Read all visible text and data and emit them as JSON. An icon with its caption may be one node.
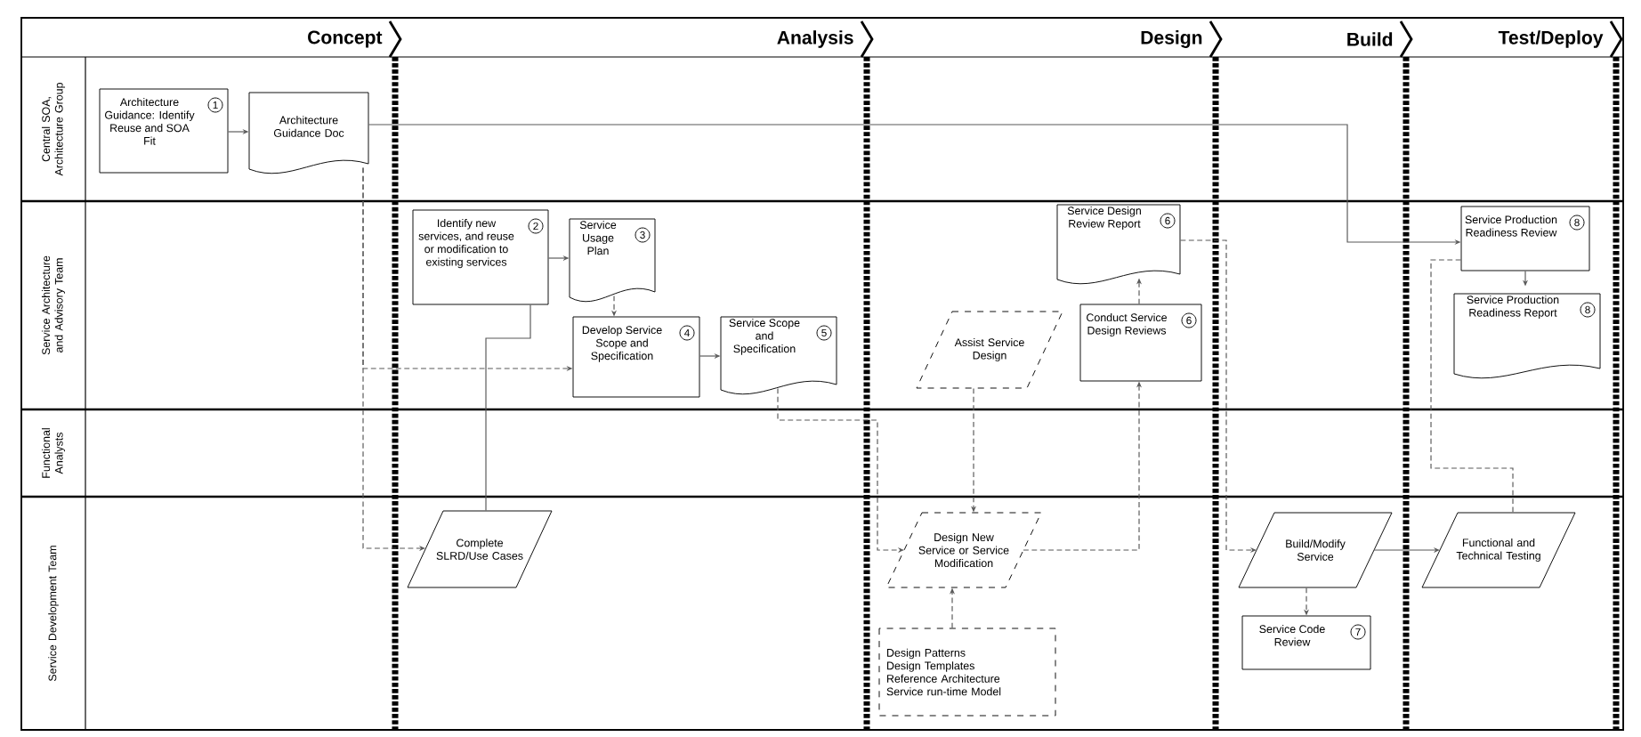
{
  "diagram": {
    "nodes": [
      {
        "text": [
          "Architecture Guidance: Identify Reuse and SOA Fit",
          "1"
        ]
      },
      {
        "text": [
          "Architecture Guidance Doc"
        ]
      },
      {
        "text": [
          "Identify new services, and reuse or modification to existing services",
          "2"
        ]
      },
      {
        "text": [
          "Service Usage Plan",
          "3"
        ]
      },
      {
        "text": [
          "Develop Service Scope and Specification",
          "4"
        ]
      },
      {
        "text": [
          "Service Scope and Specification",
          "5"
        ]
      },
      {
        "text": [
          "Service Design Review Report",
          "6"
        ]
      },
      {
        "text": [
          "Assist Service Design"
        ]
      },
      {
        "text": [
          "Conduct Service Design Reviews",
          "6"
        ]
      },
      {
        "text": [
          "Service Production Readiness Review",
          "8"
        ]
      },
      {
        "text": [
          "Service Production Readiness Report",
          "8"
        ]
      },
      {
        "text": [
          "Complete SLRD/Use Cases"
        ]
      },
      {
        "text": [
          "Design New Service or Service Modification"
        ]
      },
      {
        "text": [
          "Design Patterns",
          "Design Templates",
          "Reference Architecture",
          "Service run-time Model"
        ]
      },
      {
        "text": [
          "Build/Modify Service"
        ]
      },
      {
        "text": [
          "Service Code Review",
          "7"
        ]
      },
      {
        "text": [
          "Functional and Technical Testing"
        ]
      }
    ],
    "edges": [
      {
        "from": 0,
        "to": 1,
        "arrow": "to"
      },
      {
        "from": 1,
        "to": 9,
        "arrow": "to"
      },
      {
        "from": 1,
        "to": 11,
        "arrow": "to",
        "style": "dashed"
      },
      {
        "from": 1,
        "to": 4,
        "arrow": "to",
        "style": "dashed"
      },
      {
        "from": 2,
        "to": 3,
        "arrow": "to"
      },
      {
        "from": 3,
        "to": 4,
        "arrow": "to",
        "style": "dashed"
      },
      {
        "from": 2,
        "to": 11,
        "arrow": "none"
      },
      {
        "from": 4,
        "to": 5,
        "arrow": "to"
      },
      {
        "from": 5,
        "to": 12,
        "arrow": "to",
        "style": "dashed"
      },
      {
        "from": 7,
        "to": 12,
        "arrow": "to",
        "style": "dashed"
      },
      {
        "from": 12,
        "to": 8,
        "arrow": "to",
        "style": "dashed"
      },
      {
        "from": 13,
        "to": 12,
        "arrow": "to",
        "style": "dashed"
      },
      {
        "from": 8,
        "to": 6,
        "arrow": "to",
        "style": "dashed"
      },
      {
        "from": 6,
        "to": 14,
        "arrow": "to",
        "style": "dashed"
      },
      {
        "from": 14,
        "to": 15,
        "arrow": "to",
        "style": "dashed"
      },
      {
        "from": 14,
        "to": 16,
        "arrow": "to"
      },
      {
        "from": 9,
        "to": 10,
        "arrow": "to"
      },
      {
        "from": 9,
        "to": 16,
        "arrow": "none",
        "style": "dashed"
      }
    ],
    "labels": [
      "Concept",
      "Analysis",
      "Design",
      "Build",
      "Test/Deploy",
      "Central SOA, Architecture Group",
      "Service Architecture and Advisory Team",
      "Functional Analysts",
      "Service Development Team"
    ]
  }
}
